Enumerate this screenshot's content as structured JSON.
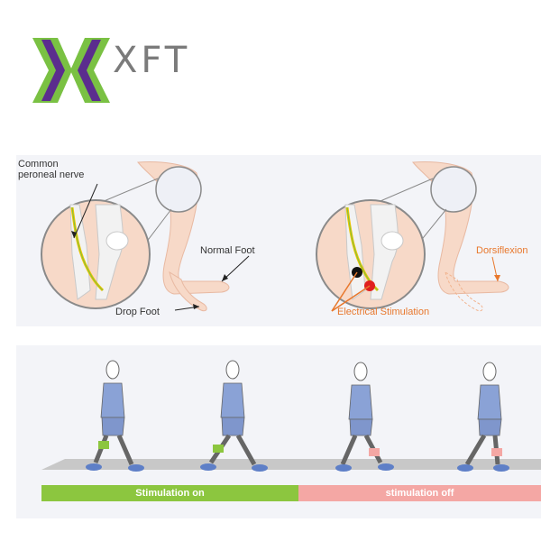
{
  "logo": {
    "text": "XFT",
    "colors": {
      "green": "#7ac143",
      "purple": "#5b2d8e",
      "gray": "#7b7b7b"
    }
  },
  "top_diagram": {
    "label_nerve": "Common\nperoneal nerve",
    "label_normal_foot": "Normal Foot",
    "label_drop_foot": "Drop Foot",
    "label_stimulation": "Electrical Stimulation",
    "label_dorsiflexion": "Dorsiflexion"
  },
  "bottom_diagram": {
    "stim_on": "Stimulation on",
    "stim_off": "stimulation off",
    "colors": {
      "on": "#8cc63f",
      "off": "#f4a7a4"
    }
  }
}
